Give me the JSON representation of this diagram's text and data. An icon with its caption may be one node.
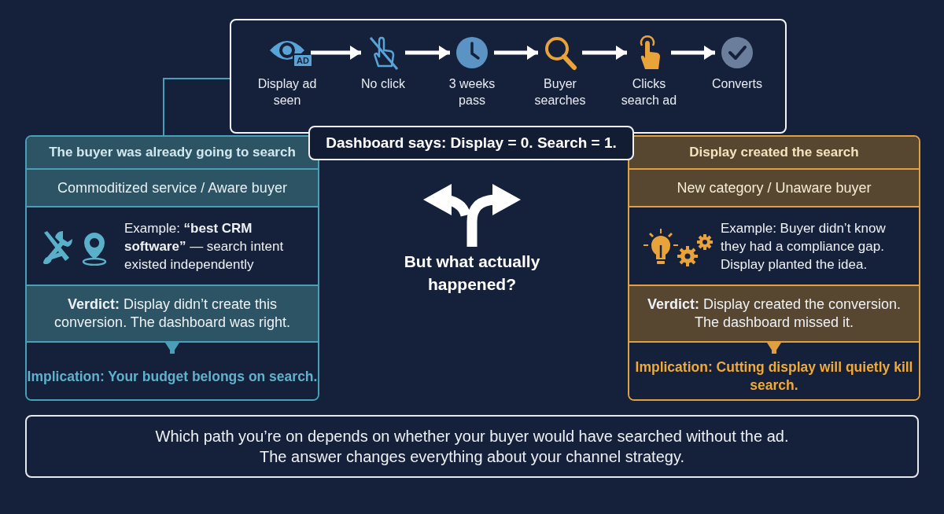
{
  "diagram": {
    "nodes": [
      {
        "text": [],
        "shape": "box"
      },
      {
        "text": [
          "Display ad seen"
        ],
        "in": 0
      },
      {
        "text": [
          "No click"
        ],
        "in": 0
      },
      {
        "text": [
          "3 weeks pass"
        ],
        "in": 0
      },
      {
        "text": [
          "Buyer searches"
        ],
        "in": 0
      },
      {
        "text": [
          "Clicks search ad"
        ],
        "in": 0
      },
      {
        "text": [
          "Converts"
        ],
        "in": 0
      },
      {
        "text": [
          "Dashboard says: Display = 0. Search = 1."
        ]
      },
      {
        "text": [],
        "shape": "box"
      },
      {
        "text": [
          "The buyer was already going to search"
        ],
        "in": 8
      },
      {
        "text": [
          "Commoditized service / Aware buyer"
        ],
        "in": 8
      },
      {
        "text": [
          "Example: **“best CRM software”** — search intent existed independently"
        ],
        "in": 8
      },
      {
        "text": [
          "**Verdict:** Display didn’t create this conversion. The dashboard was right."
        ],
        "in": 8
      },
      {
        "text": [
          "Implication: Your budget belongs on search."
        ],
        "in": 8
      },
      {
        "text": [],
        "shape": "box"
      },
      {
        "text": [
          "Display created the search"
        ],
        "in": 14
      },
      {
        "text": [
          "New category / Unaware buyer"
        ],
        "in": 14
      },
      {
        "text": [
          "Example: Buyer didn’t know they had a compliance gap. Display planted the idea."
        ],
        "in": 14
      },
      {
        "text": [
          "**Verdict:** Display created the conversion. The dashboard missed it."
        ],
        "in": 14
      },
      {
        "text": [
          "Implication: Cutting display will quietly kill search."
        ],
        "in": 14
      },
      {
        "text": [
          "But what actually happened?"
        ]
      },
      {
        "text": [
          "Which path you’re on depends on whether your buyer would have searched without the ad.",
          "The answer changes everything about your channel strategy."
        ]
      }
    ],
    "edges": [
      {
        "from": 0,
        "to": 8,
        "arrow": "none",
        "color": "#4a9fb8"
      },
      {
        "from": 1,
        "to": 2,
        "arrow": "to"
      },
      {
        "from": 2,
        "to": 3,
        "arrow": "to"
      },
      {
        "from": 3,
        "to": 4,
        "arrow": "to"
      },
      {
        "from": 4,
        "to": 5,
        "arrow": "to"
      },
      {
        "from": 5,
        "to": 6,
        "arrow": "to"
      },
      {
        "from": 12,
        "to": 13,
        "arrow": "to",
        "color": "#4a9fb8"
      },
      {
        "from": 18,
        "to": 19,
        "arrow": "to",
        "color": "#e0a040"
      }
    ],
    "labels": [
      "AD"
    ]
  }
}
